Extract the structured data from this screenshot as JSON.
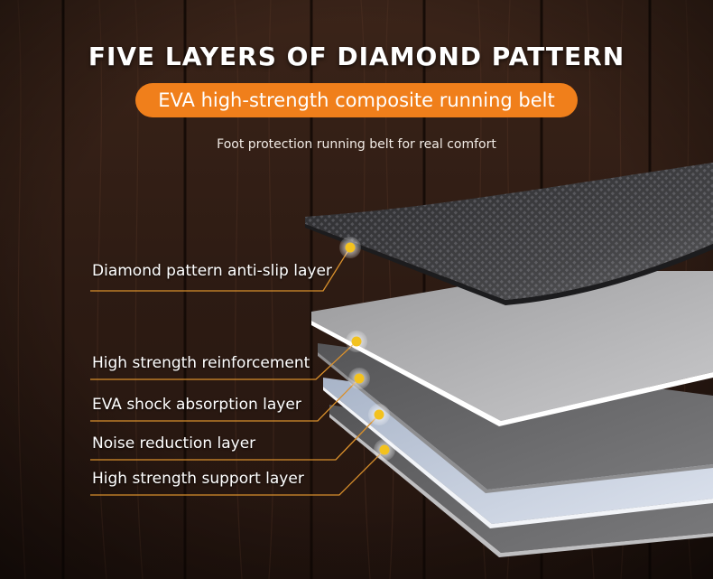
{
  "header": {
    "title": "FIVE LAYERS OF DIAMOND PATTERN",
    "pill_text": "EVA high-strength composite running belt",
    "subtitle": "Foot protection running belt for real comfort"
  },
  "layers": [
    {
      "label": "Diamond pattern anti-slip layer"
    },
    {
      "label": "High strength reinforcement"
    },
    {
      "label": "EVA shock absorption layer"
    },
    {
      "label": "Noise reduction layer"
    },
    {
      "label": "High strength support layer"
    }
  ],
  "colors": {
    "accent": "#f07f1b",
    "callout_line": "#d9902c",
    "dot": "#f3c21e",
    "wood_dark": "#2a1a14",
    "wood_light": "#4a2e22"
  }
}
